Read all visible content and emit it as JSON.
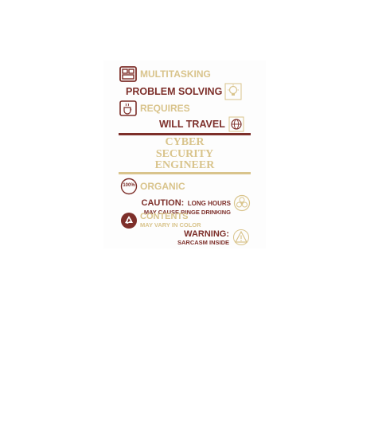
{
  "lines": {
    "multitasking": "MULTITASKING",
    "problem_solving": "PROBLEM SOLVING",
    "requires": "REQUIRES",
    "will_travel": "WILL TRAVEL",
    "title_1": "CYBER",
    "title_2": "SECURITY",
    "title_3": "ENGINEER",
    "badge_100": "100%",
    "organic": "ORGANIC",
    "caution_head": "CAUTION:",
    "caution_rest": "LONG HOURS",
    "caution_sub": "MAY CAUSE BINGE DRINKING",
    "contents": "CONTENTS",
    "contents_sub": "MAY VARY IN COLOR",
    "warning": "WARNING:",
    "warning_sub": "SARCASM INSIDE"
  },
  "colors": {
    "tan": "#d9c48c",
    "maroon": "#7d2f2a"
  },
  "icons": [
    "windows-icon",
    "lightbulb-icon",
    "coffee-cup-icon",
    "globe-icon",
    "hundred-percent-icon",
    "biohazard-icon",
    "recycle-icon",
    "warning-triangle-icon"
  ]
}
